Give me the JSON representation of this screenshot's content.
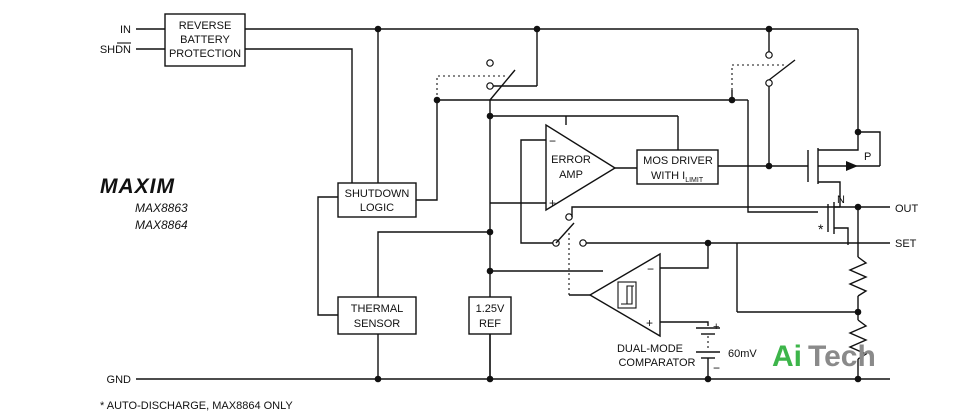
{
  "blocks": {
    "reverse_battery": [
      "REVERSE",
      "BATTERY",
      "PROTECTION"
    ],
    "shutdown_logic": [
      "SHUTDOWN",
      "LOGIC"
    ],
    "thermal_sensor": [
      "THERMAL",
      "SENSOR"
    ],
    "reference": [
      "1.25V",
      "REF"
    ],
    "error_amp": [
      "ERROR",
      "AMP"
    ],
    "mos_driver": [
      "MOS DRIVER",
      "WITH I",
      "LIMIT"
    ],
    "dual_mode_comparator": [
      "DUAL-MODE",
      "COMPARATOR"
    ]
  },
  "pins": {
    "in": "IN",
    "shdn": "SHDN",
    "gnd": "GND",
    "out": "OUT",
    "set": "SET"
  },
  "brand": {
    "logo": "MAXIM",
    "part1": "MAX8863",
    "part2": "MAX8864"
  },
  "labels": {
    "offset_voltage": "60mV",
    "pmos": "P",
    "nmos": "N",
    "asterisk": "*",
    "minus": "−",
    "plus": "+",
    "footnote": "* AUTO-DISCHARGE, MAX8864 ONLY",
    "watermark_a": "Ai",
    "watermark_b": "Tech"
  },
  "colors": {
    "watermark_green": "#3db54a",
    "watermark_gray": "#8a8a8a"
  }
}
